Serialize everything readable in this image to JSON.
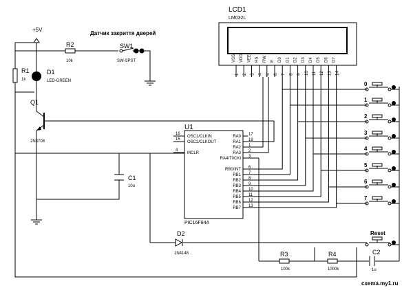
{
  "supply": {
    "label": "+5V"
  },
  "sensor": {
    "label": "Датчик закриття дверей"
  },
  "lcd": {
    "ref": "LCD1",
    "part": "LM032L",
    "pins": [
      "VSS",
      "VDD",
      "VEE",
      "RS",
      "RW",
      "E",
      "D0",
      "D1",
      "D2",
      "D3",
      "D4",
      "D5",
      "D6",
      "D7"
    ],
    "pin_numbers": [
      "1",
      "2",
      "3",
      "4",
      "5",
      "6",
      "7",
      "8",
      "9",
      "10",
      "11",
      "12",
      "13",
      "14"
    ]
  },
  "sw1": {
    "ref": "SW1",
    "type": "SW-SPST"
  },
  "r1": {
    "ref": "R1",
    "value": "1k"
  },
  "r2": {
    "ref": "R2",
    "value": "10k"
  },
  "r3": {
    "ref": "R3",
    "value": "100k"
  },
  "r4": {
    "ref": "R4",
    "value": "1000k"
  },
  "d1": {
    "ref": "D1",
    "type": "LED-GREEN"
  },
  "d2": {
    "ref": "D2",
    "type": "1N4148"
  },
  "q1": {
    "ref": "Q1",
    "type": "2N3708"
  },
  "c1": {
    "ref": "C1",
    "value": "10u"
  },
  "c2": {
    "ref": "C2",
    "value": "1u"
  },
  "u1": {
    "ref": "U1",
    "part": "PIC16F84A",
    "left_pins": [
      {
        "num": "16",
        "name": "OSC1/CLKIN"
      },
      {
        "num": "15",
        "name": "OSC2/CLKOUT"
      },
      {
        "num": "4",
        "name": "MCLR"
      }
    ],
    "right_pins": [
      {
        "num": "17",
        "name": "RA0"
      },
      {
        "num": "18",
        "name": "RA1"
      },
      {
        "num": "1",
        "name": "RA2"
      },
      {
        "num": "2",
        "name": "RA3"
      },
      {
        "num": "3",
        "name": "RA4/T0CKI"
      },
      {
        "num": "6",
        "name": "RB0/INT"
      },
      {
        "num": "7",
        "name": "RB1"
      },
      {
        "num": "8",
        "name": "RB2"
      },
      {
        "num": "9",
        "name": "RB3"
      },
      {
        "num": "10",
        "name": "RB4"
      },
      {
        "num": "11",
        "name": "RB5"
      },
      {
        "num": "12",
        "name": "RB6"
      },
      {
        "num": "13",
        "name": "RB7"
      }
    ]
  },
  "keys": [
    "0",
    "1",
    "2",
    "3",
    "4",
    "5",
    "6",
    "7"
  ],
  "reset": {
    "label": "Reset"
  },
  "watermark": "cxema.my1.ru"
}
